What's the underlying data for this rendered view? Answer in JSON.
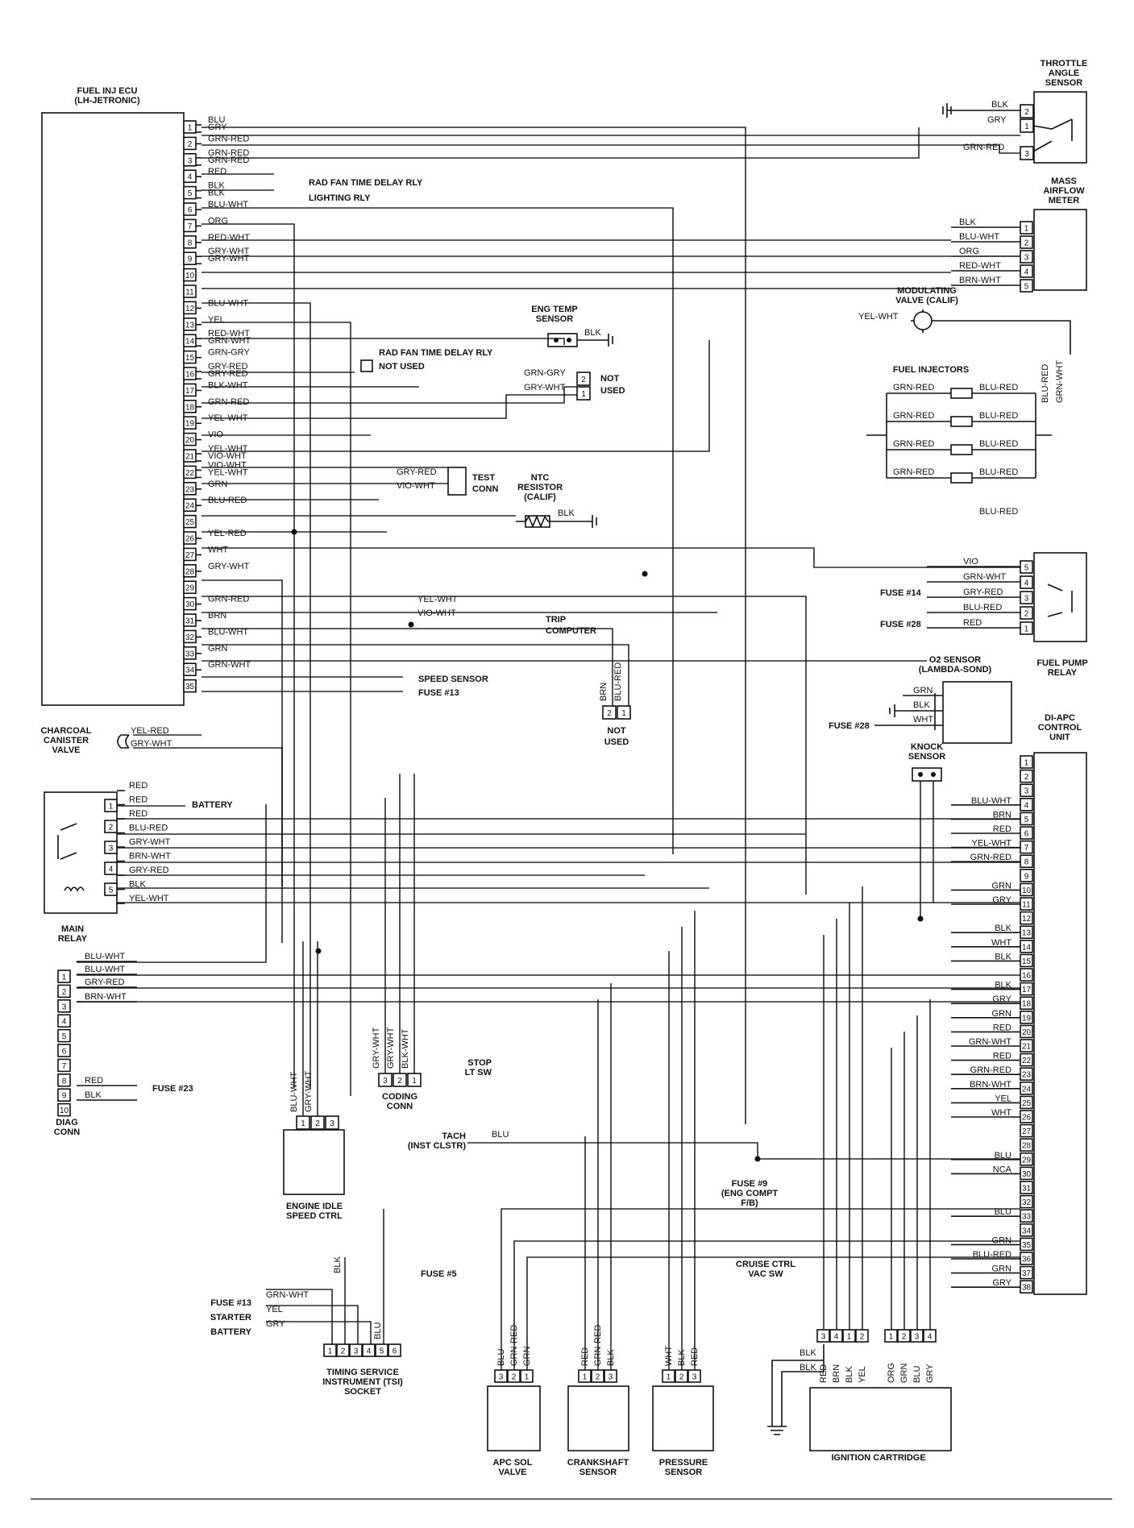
{
  "ecu": {
    "title": "FUEL INJ ECU",
    "subtitle": "(LH-JETRONIC)",
    "pins": [
      {
        "n": "1",
        "wires": [
          "BLU",
          "GRY"
        ]
      },
      {
        "n": "2",
        "wires": [
          "GRN-RED"
        ]
      },
      {
        "n": "3",
        "wires": [
          "GRN-RED",
          "GRN-RED"
        ]
      },
      {
        "n": "4",
        "wires": [
          "RED"
        ]
      },
      {
        "n": "5",
        "wires": [
          "BLK",
          "BLK"
        ]
      },
      {
        "n": "6",
        "wires": [
          "BLU-WHT"
        ]
      },
      {
        "n": "7",
        "wires": [
          "ORG"
        ]
      },
      {
        "n": "8",
        "wires": [
          "RED-WHT"
        ]
      },
      {
        "n": "9",
        "wires": [
          "GRY-WHT",
          "GRY-WHT"
        ]
      },
      {
        "n": "10",
        "wires": []
      },
      {
        "n": "11",
        "wires": []
      },
      {
        "n": "12",
        "wires": [
          "BLU-WHT"
        ]
      },
      {
        "n": "13",
        "wires": [
          "YEL"
        ]
      },
      {
        "n": "14",
        "wires": [
          "RED-WHT",
          "GRN-WHT"
        ]
      },
      {
        "n": "15",
        "wires": [
          "GRN-GRY"
        ]
      },
      {
        "n": "16",
        "wires": [
          "GRY-RED",
          "GRY-RED"
        ]
      },
      {
        "n": "17",
        "wires": [
          "BLK-WHT"
        ]
      },
      {
        "n": "18",
        "wires": [
          "GRN-RED"
        ]
      },
      {
        "n": "19",
        "wires": [
          "YEL-WHT"
        ]
      },
      {
        "n": "20",
        "wires": [
          "VIO"
        ]
      },
      {
        "n": "21",
        "wires": [
          "YEL-WHT",
          "VIO-WHT"
        ]
      },
      {
        "n": "22",
        "wires": [
          "VIO-WHT",
          "YEL-WHT"
        ]
      },
      {
        "n": "23",
        "wires": [
          "GRN"
        ]
      },
      {
        "n": "24",
        "wires": [
          "BLU-RED"
        ]
      },
      {
        "n": "25",
        "wires": []
      },
      {
        "n": "26",
        "wires": [
          "YEL-RED"
        ]
      },
      {
        "n": "27",
        "wires": [
          "WHT"
        ]
      },
      {
        "n": "28",
        "wires": [
          "GRY-WHT"
        ]
      },
      {
        "n": "29",
        "wires": []
      },
      {
        "n": "30",
        "wires": [
          "GRN-RED"
        ]
      },
      {
        "n": "31",
        "wires": [
          "BRN"
        ]
      },
      {
        "n": "32",
        "wires": [
          "BLU-WHT"
        ]
      },
      {
        "n": "33",
        "wires": [
          "GRN"
        ]
      },
      {
        "n": "34",
        "wires": [
          "GRN-WHT"
        ]
      },
      {
        "n": "35",
        "wires": []
      }
    ],
    "ext_labels": {
      "rad_fan": "RAD FAN TIME DELAY RLY",
      "lighting": "LIGHTING RLY",
      "rad_fan_2": "RAD FAN TIME DELAY RLY",
      "not_used": "NOT USED",
      "speed_sensor": "SPEED SENSOR",
      "fuse13": "FUSE #13"
    }
  },
  "throttle": {
    "title": [
      "THROTTLE",
      "ANGLE",
      "SENSOR"
    ],
    "wires": [
      "BLK",
      "GRY",
      "GRN-RED"
    ],
    "pins": [
      "2",
      "1",
      "3"
    ]
  },
  "maf": {
    "title": [
      "MASS",
      "AIRFLOW",
      "METER"
    ],
    "wires": [
      "BLK",
      "BLU-WHT",
      "ORG",
      "RED-WHT",
      "BRN-WHT"
    ],
    "pins": [
      "1",
      "2",
      "3",
      "4",
      "5"
    ]
  },
  "mod_valve": {
    "title": [
      "MODULATING",
      "VALVE (CALIF)"
    ],
    "wire": "YEL-WHT"
  },
  "eng_temp": {
    "title": [
      "ENG TEMP",
      "SENSOR"
    ],
    "wire": "BLK"
  },
  "not_used_conn": {
    "title": [
      "NOT",
      "USED"
    ],
    "wires": [
      "GRN-GRY",
      "GRY-WHT"
    ],
    "pins": [
      "2",
      "1"
    ]
  },
  "injectors": {
    "title": "FUEL INJECTORS",
    "left": [
      "GRN-RED",
      "GRN-RED",
      "GRN-RED",
      "GRN-RED"
    ],
    "right": [
      "BLU-RED",
      "BLU-RED",
      "BLU-RED",
      "BLU-RED"
    ],
    "vert": [
      "BLU-RED",
      "GRN-WHT"
    ],
    "bottom": "BLU-RED"
  },
  "test_conn": {
    "title": [
      "TEST",
      "CONN"
    ],
    "wires": [
      "GRY-RED",
      "VIO-WHT"
    ]
  },
  "ntc": {
    "title": [
      "NTC",
      "RESISTOR",
      "(CALIF)"
    ],
    "wire": "BLK"
  },
  "trip": {
    "title": [
      "TRIP",
      "COMPUTER"
    ],
    "wires": [
      "YEL-WHT",
      "VIO-WHT"
    ]
  },
  "not_used_2": {
    "title": [
      "NOT",
      "USED"
    ],
    "wires": [
      "BRN",
      "BLU-RED"
    ],
    "pins": [
      "2",
      "1"
    ]
  },
  "fuel_pump_relay": {
    "title": [
      "FUEL PUMP",
      "RELAY"
    ],
    "wires": [
      "VIO",
      "GRN-WHT",
      "GRY-RED",
      "BLU-RED",
      "RED"
    ],
    "pins": [
      "5",
      "4",
      "3",
      "2",
      "1"
    ],
    "fuses": [
      "FUSE #14",
      "FUSE #28"
    ]
  },
  "o2": {
    "title": [
      "O2 SENSOR",
      "(LAMBDA-SOND)"
    ],
    "wires": [
      "GRN",
      "BLK",
      "WHT"
    ],
    "fuse": "FUSE #28"
  },
  "charcoal": {
    "title": [
      "CHARCOAL",
      "CANISTER",
      "VALVE"
    ],
    "wires": [
      "YEL-RED",
      "GRY-WHT"
    ]
  },
  "knock": {
    "title": [
      "KNOCK",
      "SENSOR"
    ]
  },
  "main_relay": {
    "title": [
      "MAIN",
      "RELAY"
    ],
    "wires": [
      "RED",
      "RED",
      "RED",
      "BLU-RED",
      "GRY-WHT",
      "BRN-WHT",
      "GRY-RED",
      "BLK",
      "YEL-WHT"
    ],
    "pins": [
      "1",
      "2",
      "3",
      "4",
      "5"
    ],
    "battery": "BATTERY"
  },
  "diag": {
    "title": [
      "DIAG",
      "CONN"
    ],
    "wires": [
      "BLU-WHT",
      "BLU-WHT",
      "GRY-RED",
      "BRN-WHT",
      "RED",
      "BLK"
    ],
    "pins": [
      "1",
      "2",
      "3",
      "4",
      "5",
      "6",
      "7",
      "8",
      "9",
      "10"
    ],
    "fuse": "FUSE #23"
  },
  "engine_idle": {
    "title": [
      "ENGINE IDLE",
      "SPEED CTRL"
    ],
    "wires": [
      "BLU-WHT",
      "GRY-WHT"
    ],
    "pins": [
      "1",
      "2",
      "3"
    ]
  },
  "coding": {
    "title": [
      "CODING",
      "CONN"
    ],
    "wires": [
      "GRY-WHT",
      "GRY-WHT",
      "BLK-WHT"
    ],
    "pins": [
      "3",
      "2",
      "1"
    ]
  },
  "di_apc": {
    "title": [
      "DI-APC",
      "CONTROL",
      "UNIT"
    ],
    "pins": [
      "1",
      "2",
      "3",
      "4",
      "5",
      "6",
      "7",
      "8",
      "9",
      "10",
      "11",
      "12",
      "13",
      "14",
      "15",
      "16",
      "17",
      "18",
      "19",
      "20",
      "21",
      "22",
      "23",
      "24",
      "25",
      "26",
      "27",
      "28",
      "29",
      "30",
      "31",
      "32",
      "33",
      "34",
      "35",
      "36",
      "37",
      "38"
    ],
    "wires": [
      {
        "pin": "4",
        "w": "BLU-WHT"
      },
      {
        "pin": "5",
        "w": "BRN"
      },
      {
        "pin": "6",
        "w": "RED"
      },
      {
        "pin": "7",
        "w": "YEL-WHT"
      },
      {
        "pin": "8",
        "w": "GRN-RED"
      },
      {
        "pin": "10",
        "w": "GRN"
      },
      {
        "pin": "11",
        "w": "GRY"
      },
      {
        "pin": "13",
        "w": "BLK"
      },
      {
        "pin": "14",
        "w": "WHT"
      },
      {
        "pin": "15",
        "w": "BLK"
      },
      {
        "pin": "17",
        "w": "BLK"
      },
      {
        "pin": "18",
        "w": "GRY"
      },
      {
        "pin": "19",
        "w": "GRN"
      },
      {
        "pin": "20",
        "w": "RED"
      },
      {
        "pin": "21",
        "w": "GRN-WHT"
      },
      {
        "pin": "22",
        "w": "RED"
      },
      {
        "pin": "23",
        "w": "GRN-RED"
      },
      {
        "pin": "24",
        "w": "BRN-WHT"
      },
      {
        "pin": "25",
        "w": "YEL"
      },
      {
        "pin": "26",
        "w": "WHT"
      },
      {
        "pin": "29",
        "w": "BLU"
      },
      {
        "pin": "30",
        "w": "NCA"
      },
      {
        "pin": "33",
        "w": "BLU"
      },
      {
        "pin": "35",
        "w": "GRN"
      },
      {
        "pin": "36",
        "w": "BLU-RED"
      },
      {
        "pin": "37",
        "w": "GRN"
      },
      {
        "pin": "38",
        "w": "GRY"
      }
    ]
  },
  "stop_lt": {
    "title": [
      "STOP",
      "LT SW"
    ]
  },
  "tach": {
    "title": [
      "TACH",
      "(INST CLSTR)"
    ],
    "wire": "BLU"
  },
  "fuse9": {
    "title": [
      "FUSE #9",
      "(ENG COMPT",
      "F/B)"
    ]
  },
  "cruise": {
    "title": [
      "CRUISE CTRL",
      "VAC SW"
    ]
  },
  "fuse5": "FUSE #5",
  "tsi": {
    "title": [
      "TIMING SERVICE",
      "INSTRUMENT (TSI)",
      "SOCKET"
    ],
    "pins": [
      "1",
      "2",
      "3",
      "4",
      "5",
      "6"
    ],
    "labels": [
      "FUSE #13",
      "STARTER",
      "BATTERY"
    ],
    "wires": [
      "GRN-WHT",
      "YEL",
      "GRY",
      "BLK",
      "BLU"
    ]
  },
  "apc_sol": {
    "title": [
      "APC SOL",
      "VALVE"
    ],
    "pins": [
      "3",
      "2",
      "1"
    ],
    "wires": [
      "BLU",
      "GRN-RED",
      "GRN"
    ]
  },
  "crank": {
    "title": [
      "CRANKSHAFT",
      "SENSOR"
    ],
    "pins": [
      "1",
      "2",
      "3"
    ],
    "wires": [
      "RED",
      "GRN-RED",
      "BLK"
    ]
  },
  "pressure": {
    "title": [
      "PRESSURE",
      "SENSOR"
    ],
    "pins": [
      "1",
      "2",
      "3"
    ],
    "wires": [
      "WHT",
      "BLK",
      "RED"
    ]
  },
  "ignition": {
    "title": "IGNITION CARTRIDGE",
    "pins_left": [
      "3",
      "4",
      "1",
      "2"
    ],
    "pins_right": [
      "1",
      "2",
      "3",
      "4"
    ],
    "wires_left": [
      "RED",
      "BRN",
      "BLK",
      "YEL"
    ],
    "wires_right": [
      "ORG",
      "GRN",
      "BLU",
      "GRY"
    ],
    "ground": [
      "BLK",
      "BLK"
    ]
  }
}
